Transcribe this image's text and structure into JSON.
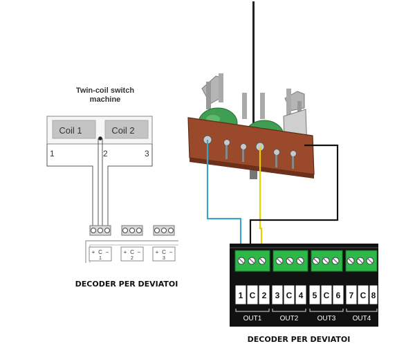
{
  "left": {
    "title_line1": "Twin-coil switch",
    "title_line2": "machine",
    "coil1": "Coil 1",
    "coil2": "Coil 2",
    "wire_labels": [
      "1",
      "2",
      "3"
    ],
    "decoder_groups": [
      {
        "signs": [
          "+",
          "C",
          "−"
        ],
        "number": "1"
      },
      {
        "signs": [
          "+",
          "C",
          "−"
        ],
        "number": "2"
      },
      {
        "signs": [
          "+",
          "C",
          "−"
        ],
        "number": "3"
      }
    ],
    "caption": "DECODER PER DEVIATOI"
  },
  "right": {
    "pins": [
      "1",
      "C",
      "2",
      "3",
      "C",
      "4",
      "5",
      "C",
      "6",
      "7",
      "C",
      "8"
    ],
    "outputs": [
      "OUT1",
      "OUT2",
      "OUT3",
      "OUT4"
    ],
    "caption": "DECODER PER DEVIATOI"
  },
  "colors": {
    "terminal_green": "#2fb84a",
    "wire_blue": "#3aa4c8",
    "wire_yellow": "#e8d000",
    "wire_black": "#111111",
    "coil_green": "#3f9e52",
    "board_brown": "#9a4a2a"
  }
}
